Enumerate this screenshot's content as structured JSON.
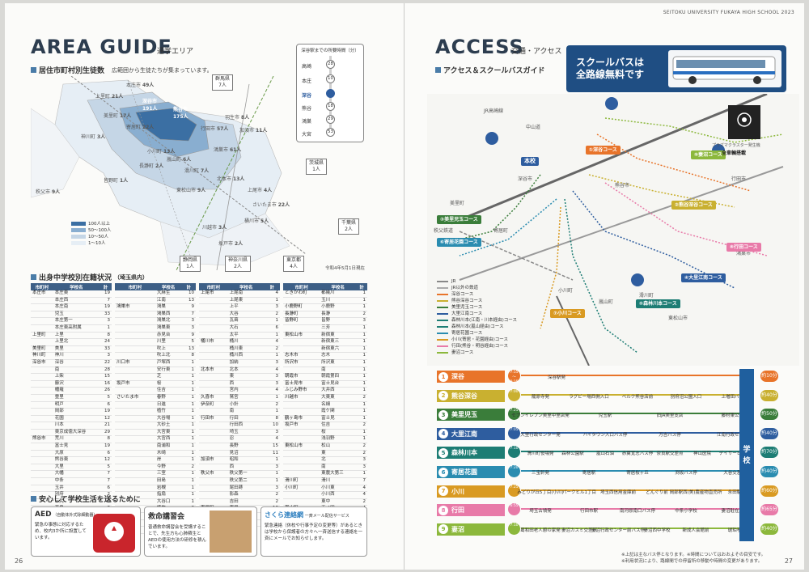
{
  "header_right": "SEITOKU UNIVERSITY FUKAYA HIGH SCHOOL 2023",
  "left": {
    "title": "AREA GUIDE",
    "subtitle": "通学エリア",
    "sec1": "居住市町村別生徒数",
    "sec1_note": "広範囲から生徒たちが集まっています。",
    "map_labels": [
      {
        "name": "本庄市",
        "count": "49人"
      },
      {
        "name": "上里町",
        "count": "21人"
      },
      {
        "name": "深谷市",
        "count": "191人"
      },
      {
        "name": "熊谷市",
        "count": "175人"
      },
      {
        "name": "行田市",
        "count": "57人"
      },
      {
        "name": "美里町",
        "count": "17人"
      },
      {
        "name": "寄居町",
        "count": "22人"
      },
      {
        "name": "神川町",
        "count": "3人"
      },
      {
        "name": "皆野町",
        "count": "1人"
      },
      {
        "name": "長瀞町",
        "count": "2人"
      },
      {
        "name": "小川町",
        "count": "13人"
      },
      {
        "name": "嵐山町",
        "count": "6人"
      },
      {
        "name": "滑川町",
        "count": "7人"
      },
      {
        "name": "鴻巣市",
        "count": "61人"
      },
      {
        "name": "北本市",
        "count": "13人"
      },
      {
        "name": "加須市",
        "count": "11人"
      },
      {
        "name": "羽生市",
        "count": "8人"
      },
      {
        "name": "群馬県",
        "count": "7人"
      },
      {
        "name": "茨城県",
        "count": "1人"
      },
      {
        "name": "千葉県",
        "count": "2人"
      },
      {
        "name": "静岡県",
        "count": "1人"
      },
      {
        "name": "神奈川県",
        "count": "2人"
      },
      {
        "name": "東京都",
        "count": "4人"
      },
      {
        "name": "秩父市",
        "count": "9人"
      },
      {
        "name": "東松山市",
        "count": "9人"
      },
      {
        "name": "さいたま市",
        "count": "22人"
      },
      {
        "name": "上尾市",
        "count": "4人"
      },
      {
        "name": "桶川市",
        "count": "5人"
      },
      {
        "name": "川越市",
        "count": "3人"
      },
      {
        "name": "坂戸市",
        "count": "2人"
      }
    ],
    "legend": [
      "100人以上",
      "50〜100人",
      "10〜50人",
      "1〜10人"
    ],
    "legend_colors": [
      "#3b6fa3",
      "#89aed0",
      "#c5d6e6",
      "#e6eef5"
    ],
    "time_box_title": "深谷駅までの所要時間（分）",
    "time_stations": [
      {
        "name": "高崎",
        "min": "28"
      },
      {
        "name": "本庄",
        "min": "10"
      },
      {
        "name": "深谷",
        "min": ""
      },
      {
        "name": "熊谷",
        "min": "18"
      },
      {
        "name": "鴻巣",
        "min": "29"
      },
      {
        "name": "大宮",
        "min": "53"
      }
    ],
    "date_note": "令和4年5月1日現在",
    "sec2": "出身中学校別在籍状況",
    "sec2_paren": "（埼玉県内）",
    "table_headers": [
      "市町村",
      "学校名",
      "計"
    ],
    "table1": [
      [
        "本庄市",
        "本庄東",
        "19"
      ],
      [
        "",
        "本庄西",
        "7"
      ],
      [
        "",
        "本庄南",
        "19"
      ],
      [
        "",
        "児玉",
        "33"
      ],
      [
        "",
        "本庄第一",
        "3"
      ],
      [
        "",
        "本庄東高附属",
        "1"
      ],
      [
        "上里町",
        "上里",
        "8"
      ],
      [
        "",
        "上里北",
        "24"
      ],
      [
        "美里町",
        "美里",
        "33"
      ],
      [
        "神川町",
        "神川",
        "3"
      ],
      [
        "深谷市",
        "深谷",
        "22"
      ],
      [
        "",
        "南",
        "28"
      ],
      [
        "",
        "上柴",
        "15"
      ],
      [
        "",
        "藤沢",
        "16"
      ],
      [
        "",
        "幡羅",
        "26"
      ],
      [
        "",
        "豊里",
        "5"
      ],
      [
        "",
        "明戸",
        "6"
      ],
      [
        "",
        "岡部",
        "19"
      ],
      [
        "",
        "花園",
        "12"
      ],
      [
        "",
        "川本",
        "21"
      ],
      [
        "",
        "東京成徳大深谷",
        "29"
      ],
      [
        "熊谷市",
        "荒川",
        "8"
      ],
      [
        "",
        "富士見",
        "19"
      ],
      [
        "",
        "大原",
        "6"
      ],
      [
        "",
        "熊谷東",
        "12"
      ],
      [
        "",
        "大里",
        "5"
      ],
      [
        "",
        "大幡",
        "7"
      ],
      [
        "",
        "中条",
        "7"
      ],
      [
        "",
        "玉井",
        "6"
      ],
      [
        "",
        "別府",
        "2"
      ],
      [
        "",
        "三尻",
        "6"
      ],
      [
        "",
        "奈良",
        "3"
      ],
      [
        "",
        "妻沼",
        "5"
      ],
      [
        "",
        "妻沼東",
        "14"
      ],
      [
        "",
        "江南",
        "12"
      ]
    ],
    "table2": [
      [
        "",
        "大麻生",
        "10"
      ],
      [
        "",
        "江南",
        "13"
      ],
      [
        "鴻巣市",
        "鴻巣",
        "9"
      ],
      [
        "",
        "鴻巣西",
        "7"
      ],
      [
        "",
        "鴻巣北",
        "3"
      ],
      [
        "",
        "鴻巣東",
        "3"
      ],
      [
        "",
        "赤見台",
        "9"
      ],
      [
        "",
        "川里",
        "5"
      ],
      [
        "",
        "吹上",
        "13"
      ],
      [
        "",
        "吹上北",
        "8"
      ],
      [
        "川口市",
        "戸塚西",
        "1"
      ],
      [
        "",
        "安行東",
        "1"
      ],
      [
        "",
        "芝",
        "1"
      ],
      [
        "坂戸市",
        "桜",
        "1"
      ],
      [
        "",
        "住吉",
        "1"
      ],
      [
        "さいたま市",
        "春野",
        "1"
      ],
      [
        "",
        "日進",
        "1"
      ],
      [
        "",
        "植竹",
        "1"
      ],
      [
        "",
        "大谷場",
        "1"
      ],
      [
        "",
        "大砂土",
        "1"
      ],
      [
        "",
        "大宮東",
        "1"
      ],
      [
        "",
        "大宮西",
        "1"
      ],
      [
        "",
        "南浦和",
        "1"
      ],
      [
        "",
        "木崎",
        "1"
      ],
      [
        "",
        "岸",
        "1"
      ],
      [
        "",
        "今野",
        "2"
      ],
      [
        "",
        "三室",
        "1"
      ],
      [
        "",
        "田島",
        "1"
      ],
      [
        "",
        "岩槻",
        "1"
      ],
      [
        "",
        "指扇",
        "1"
      ],
      [
        "",
        "大谷口",
        "1"
      ],
      [
        "",
        "植竹",
        "2"
      ],
      [
        "",
        "土屋",
        "1"
      ],
      [
        "",
        "春野",
        "1"
      ],
      [
        "上尾市",
        "上尾",
        "3"
      ]
    ],
    "table3": [
      [
        "上尾市",
        "上尾南",
        "4"
      ],
      [
        "",
        "上尾東",
        "1"
      ],
      [
        "",
        "上平",
        "3"
      ],
      [
        "",
        "大谷",
        "2"
      ],
      [
        "",
        "瓦葺",
        "1"
      ],
      [
        "",
        "大石",
        "6"
      ],
      [
        "",
        "太平",
        "1"
      ],
      [
        "桶川市",
        "桶川",
        "4"
      ],
      [
        "",
        "桶川東",
        "2"
      ],
      [
        "",
        "桶川西",
        "1"
      ],
      [
        "",
        "加納",
        "3"
      ],
      [
        "北本市",
        "北本",
        "4"
      ],
      [
        "",
        "東",
        "3"
      ],
      [
        "",
        "西",
        "3"
      ],
      [
        "",
        "宮内",
        "4"
      ],
      [
        "久喜市",
        "鷲宮",
        "1"
      ],
      [
        "伊奈町",
        "小針",
        "2"
      ],
      [
        "",
        "南",
        "1"
      ],
      [
        "行田市",
        "行田",
        "8"
      ],
      [
        "",
        "行田西",
        "10"
      ],
      [
        "",
        "埼玉",
        "3"
      ],
      [
        "",
        "忍",
        "4"
      ],
      [
        "",
        "長野",
        "15"
      ],
      [
        "",
        "見沼",
        "11"
      ],
      [
        "加須市",
        "昭和",
        "1"
      ],
      [
        "",
        "西",
        "3"
      ],
      [
        "秩父市",
        "秩父第一",
        "1"
      ],
      [
        "",
        "秩父第二",
        "1"
      ],
      [
        "",
        "尾田蒔",
        "3"
      ],
      [
        "",
        "影森",
        "2"
      ],
      [
        "",
        "吉田",
        "2"
      ],
      [
        "寄居町",
        "寄居",
        "10"
      ],
      [
        "",
        "城南",
        "3"
      ],
      [
        "",
        "男衾",
        "2"
      ]
    ],
    "table4": [
      [
        "ときがわ町",
        "都幾川",
        "1"
      ],
      [
        "",
        "玉川",
        "1"
      ],
      [
        "小鹿野町",
        "小鹿野",
        "1"
      ],
      [
        "長瀞町",
        "長瀞",
        "2"
      ],
      [
        "皆野町",
        "皆野",
        "3"
      ],
      [
        "",
        "三芳",
        "1"
      ],
      [
        "東松山市",
        "新宿東",
        "1"
      ],
      [
        "",
        "新宿東三",
        "1"
      ],
      [
        "",
        "新宿東六",
        "1"
      ],
      [
        "志木市",
        "志木",
        "1"
      ],
      [
        "所沢市",
        "所沢東",
        "1"
      ],
      [
        "",
        "南",
        "1"
      ],
      [
        "朝霞市",
        "朝霞第四",
        "1"
      ],
      [
        "富士見市",
        "富士見台",
        "1"
      ],
      [
        "ふじみ野市",
        "大井西",
        "1"
      ],
      [
        "川越市",
        "大東東",
        "2"
      ],
      [
        "",
        "名細",
        "1"
      ],
      [
        "",
        "霞ケ関",
        "1"
      ],
      [
        "鶴ヶ島市",
        "富士見",
        "1"
      ],
      [
        "坂戸市",
        "住吉",
        "2"
      ],
      [
        "",
        "桜",
        "1"
      ],
      [
        "",
        "浅羽野",
        "1"
      ],
      [
        "東松山市",
        "松山",
        "2"
      ],
      [
        "",
        "東",
        "2"
      ],
      [
        "",
        "北",
        "3"
      ],
      [
        "",
        "南",
        "3"
      ],
      [
        "",
        "東農大第三",
        "1"
      ],
      [
        "滑川町",
        "滑川",
        "7"
      ],
      [
        "小川町",
        "小川東",
        "4"
      ],
      [
        "",
        "小川西",
        "4"
      ],
      [
        "",
        "東中",
        "2"
      ],
      [
        "嵐山町",
        "玉ノ岡",
        "4"
      ],
      [
        "",
        "菅谷",
        "2"
      ]
    ],
    "sec3": "安心して学校生活を送るために",
    "aed": {
      "title": "AED",
      "sub": "（自動体外式除細動器）",
      "body": "緊急の事態に対応するため、校内3か所に設置しています。"
    },
    "rescue": {
      "title": "救命講習会",
      "body": "普通救命講習会を受講することで、先生方も心肺蘇生とAEDの使用方法の研修を積んでいます。"
    },
    "mail": {
      "title": "さくら連絡網",
      "sub": "一斉メール配信サービス",
      "body": "緊急連絡（休校や行事予定の変更等）があるときは学校から保護者の方々へ一斉送信する連絡を一斉にメールでお知らせします。"
    },
    "page_num": "26"
  },
  "right": {
    "title": "ACCESS",
    "subtitle": "交通・アクセス",
    "sec1": "アクセス＆スクールバスガイド",
    "banner_line1": "スクールバスは",
    "banner_line2": "全路線無料です",
    "pm_caption1": "プラズマクラスター発生機",
    "pm_caption2": "全車輌搭載",
    "school_tag": "本校",
    "map_texts": [
      "JR高崎線",
      "中山道",
      "深谷市",
      "熊谷市",
      "寄居町",
      "美里町",
      "嵐山町",
      "小川町",
      "鴻巣市",
      "行田市",
      "秩父鉄道",
      "東武東上線",
      "JR八高線",
      "東松山市",
      "滑川町",
      "寄居",
      "永田",
      "小川"
    ],
    "course_tags": [
      "①深谷コース",
      "②熊谷深谷コース",
      "③美里児玉コース",
      "④大里江南コース",
      "⑤森林川本コース",
      "⑥寄居花園コース",
      "⑦小川コース",
      "⑧行田コース",
      "⑨妻沼コース"
    ],
    "map_legend": [
      "JR",
      "JR以外の鉄道",
      "深谷コース",
      "熊谷深谷コース",
      "美里児玉コース",
      "大里江南コース",
      "森林川本(江南・川本経由)コース",
      "森林川本(嵐山経由)コース",
      "寄居花園コース",
      "小川(寄居・花園経由)コース",
      "行田(熊谷・明谷経由)コース",
      "妻沼コース"
    ],
    "legend_colors": [
      "#888888",
      "#aaaaaa",
      "#e8742a",
      "#c9b030",
      "#3a7d3a",
      "#2e5d9f",
      "#1d7d74",
      "#1d7d74",
      "#2a8cb0",
      "#d99a22",
      "#e87aa8",
      "#8cb83c"
    ],
    "routes": [
      {
        "n": "1",
        "name": "深谷",
        "color": "#e8742a",
        "time": "7:55 〜 8:15",
        "stops": [
          "深谷駅発"
        ],
        "min": "約10分"
      },
      {
        "n": "2",
        "name": "熊谷深谷",
        "color": "#c9b030",
        "time": "7:00",
        "stops": [
          "籠原寺発",
          "ラグビー場西側入口",
          "ベルク熊谷店前",
          "別府沼公園入口",
          "上増田バス停"
        ],
        "min": "約40分"
      },
      {
        "n": "3",
        "name": "美里児玉",
        "color": "#3a7d3a",
        "time": "7:25",
        "stops": [
          "セブンイレブン美里中里店発",
          "児玉駅",
          "旧JA美里支店",
          "藤材東公会所"
        ],
        "min": "約50分"
      },
      {
        "n": "4",
        "name": "大里江南",
        "color": "#2e5d9f",
        "time": "7:05",
        "stops": [
          "大里行政センター発",
          "ハイタウン入口バス停",
          "万吉バス停",
          "江南行政センター"
        ],
        "min": "約40分"
      },
      {
        "n": "5",
        "name": "森林川本",
        "color": "#1d7d74",
        "time": "7:10",
        "stops": [
          "滑川町役場発",
          "森林公園駅",
          "嵐山石油",
          "赤翼覚志バス停",
          "奈良駅交差点",
          "神山医院",
          "デイサービス前"
        ],
        "min": "約70分"
      },
      {
        "n": "6",
        "name": "寄居花園",
        "color": "#2a8cb0",
        "time": "7:20",
        "stops": [
          "三宝軒発",
          "寄居駅",
          "寄居桜ヶ丘",
          "渕坂バス停",
          "大谷交差点"
        ],
        "min": "約40分"
      },
      {
        "n": "7",
        "name": "小川",
        "color": "#d99a22",
        "time": "7:25",
        "stops": [
          "みどりが丘5丁目(小川)",
          "パークヒル1丁目",
          "埼玉西信用金庫前",
          "どんぐり前",
          "岡部駅西(美)農産物直売所",
          "永田駅"
        ],
        "min": "約60分"
      },
      {
        "n": "8",
        "name": "行田",
        "color": "#e87aa8",
        "time": "6:55",
        "stops": [
          "埼玉古墳発",
          "行田市駅",
          "南河原南口バス停",
          "中条小学校",
          "妻沼駐在所前"
        ],
        "min": "約65分"
      },
      {
        "n": "9",
        "name": "妻沼",
        "color": "#8cb83c",
        "time": "7:10",
        "stops": [
          "葛和田老人憩の家発",
          "妻沼カスミ交差点",
          "妻沼行政センター前バス停",
          "妻沼西中学校",
          "新成人会館前",
          "琥珀亭"
        ],
        "min": "約40分"
      }
    ],
    "school_label": "学校",
    "foot1": "※上記は主なバス停となります。※時間についてはおおよその目安です。",
    "foot2": "※利用状況により、路線間での停留所の移動や時間の変更があります。",
    "page_num": "27"
  }
}
